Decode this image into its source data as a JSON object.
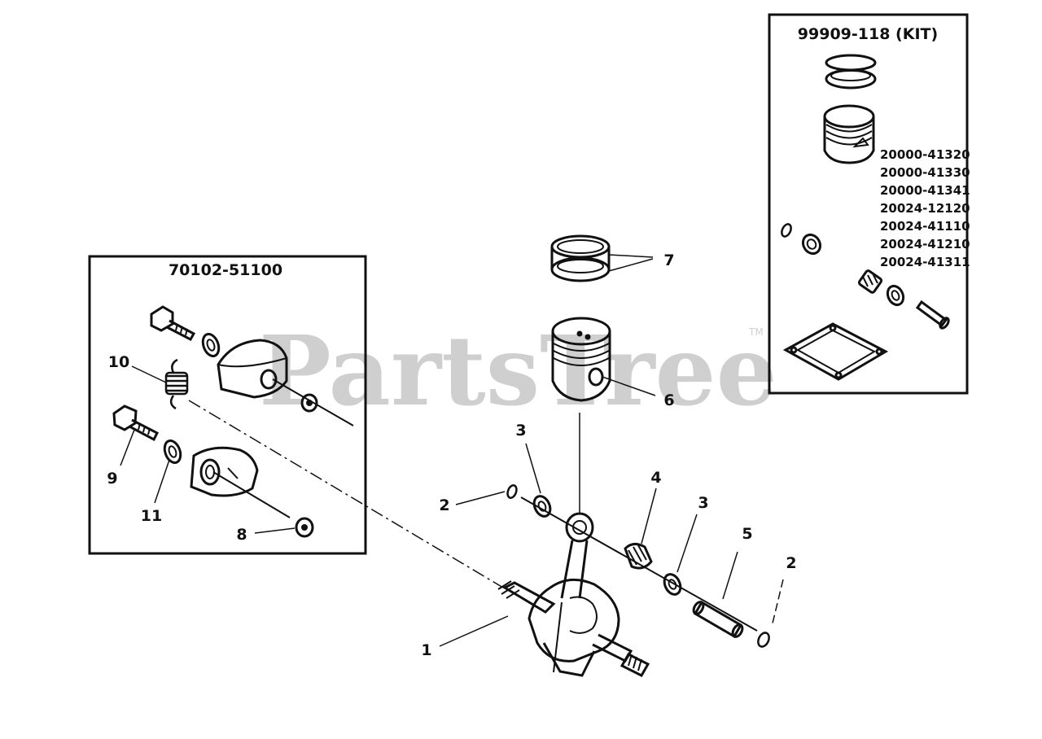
{
  "watermark": {
    "text": "PartsTree",
    "trademark": "TM"
  },
  "kit_box": {
    "title": "99909-118 (KIT)",
    "part_numbers": [
      "20000-41320",
      "20000-41330",
      "20000-41341",
      "20024-12120",
      "20024-41110",
      "20024-41210",
      "20024-41311"
    ]
  },
  "clutch_box": {
    "title": "70102-51100"
  },
  "callouts": {
    "c1": "1",
    "c2a": "2",
    "c2b": "2",
    "c3a": "3",
    "c3b": "3",
    "c4": "4",
    "c5": "5",
    "c6": "6",
    "c7": "7",
    "c8": "8",
    "c9": "9",
    "c10": "10",
    "c11": "11"
  }
}
